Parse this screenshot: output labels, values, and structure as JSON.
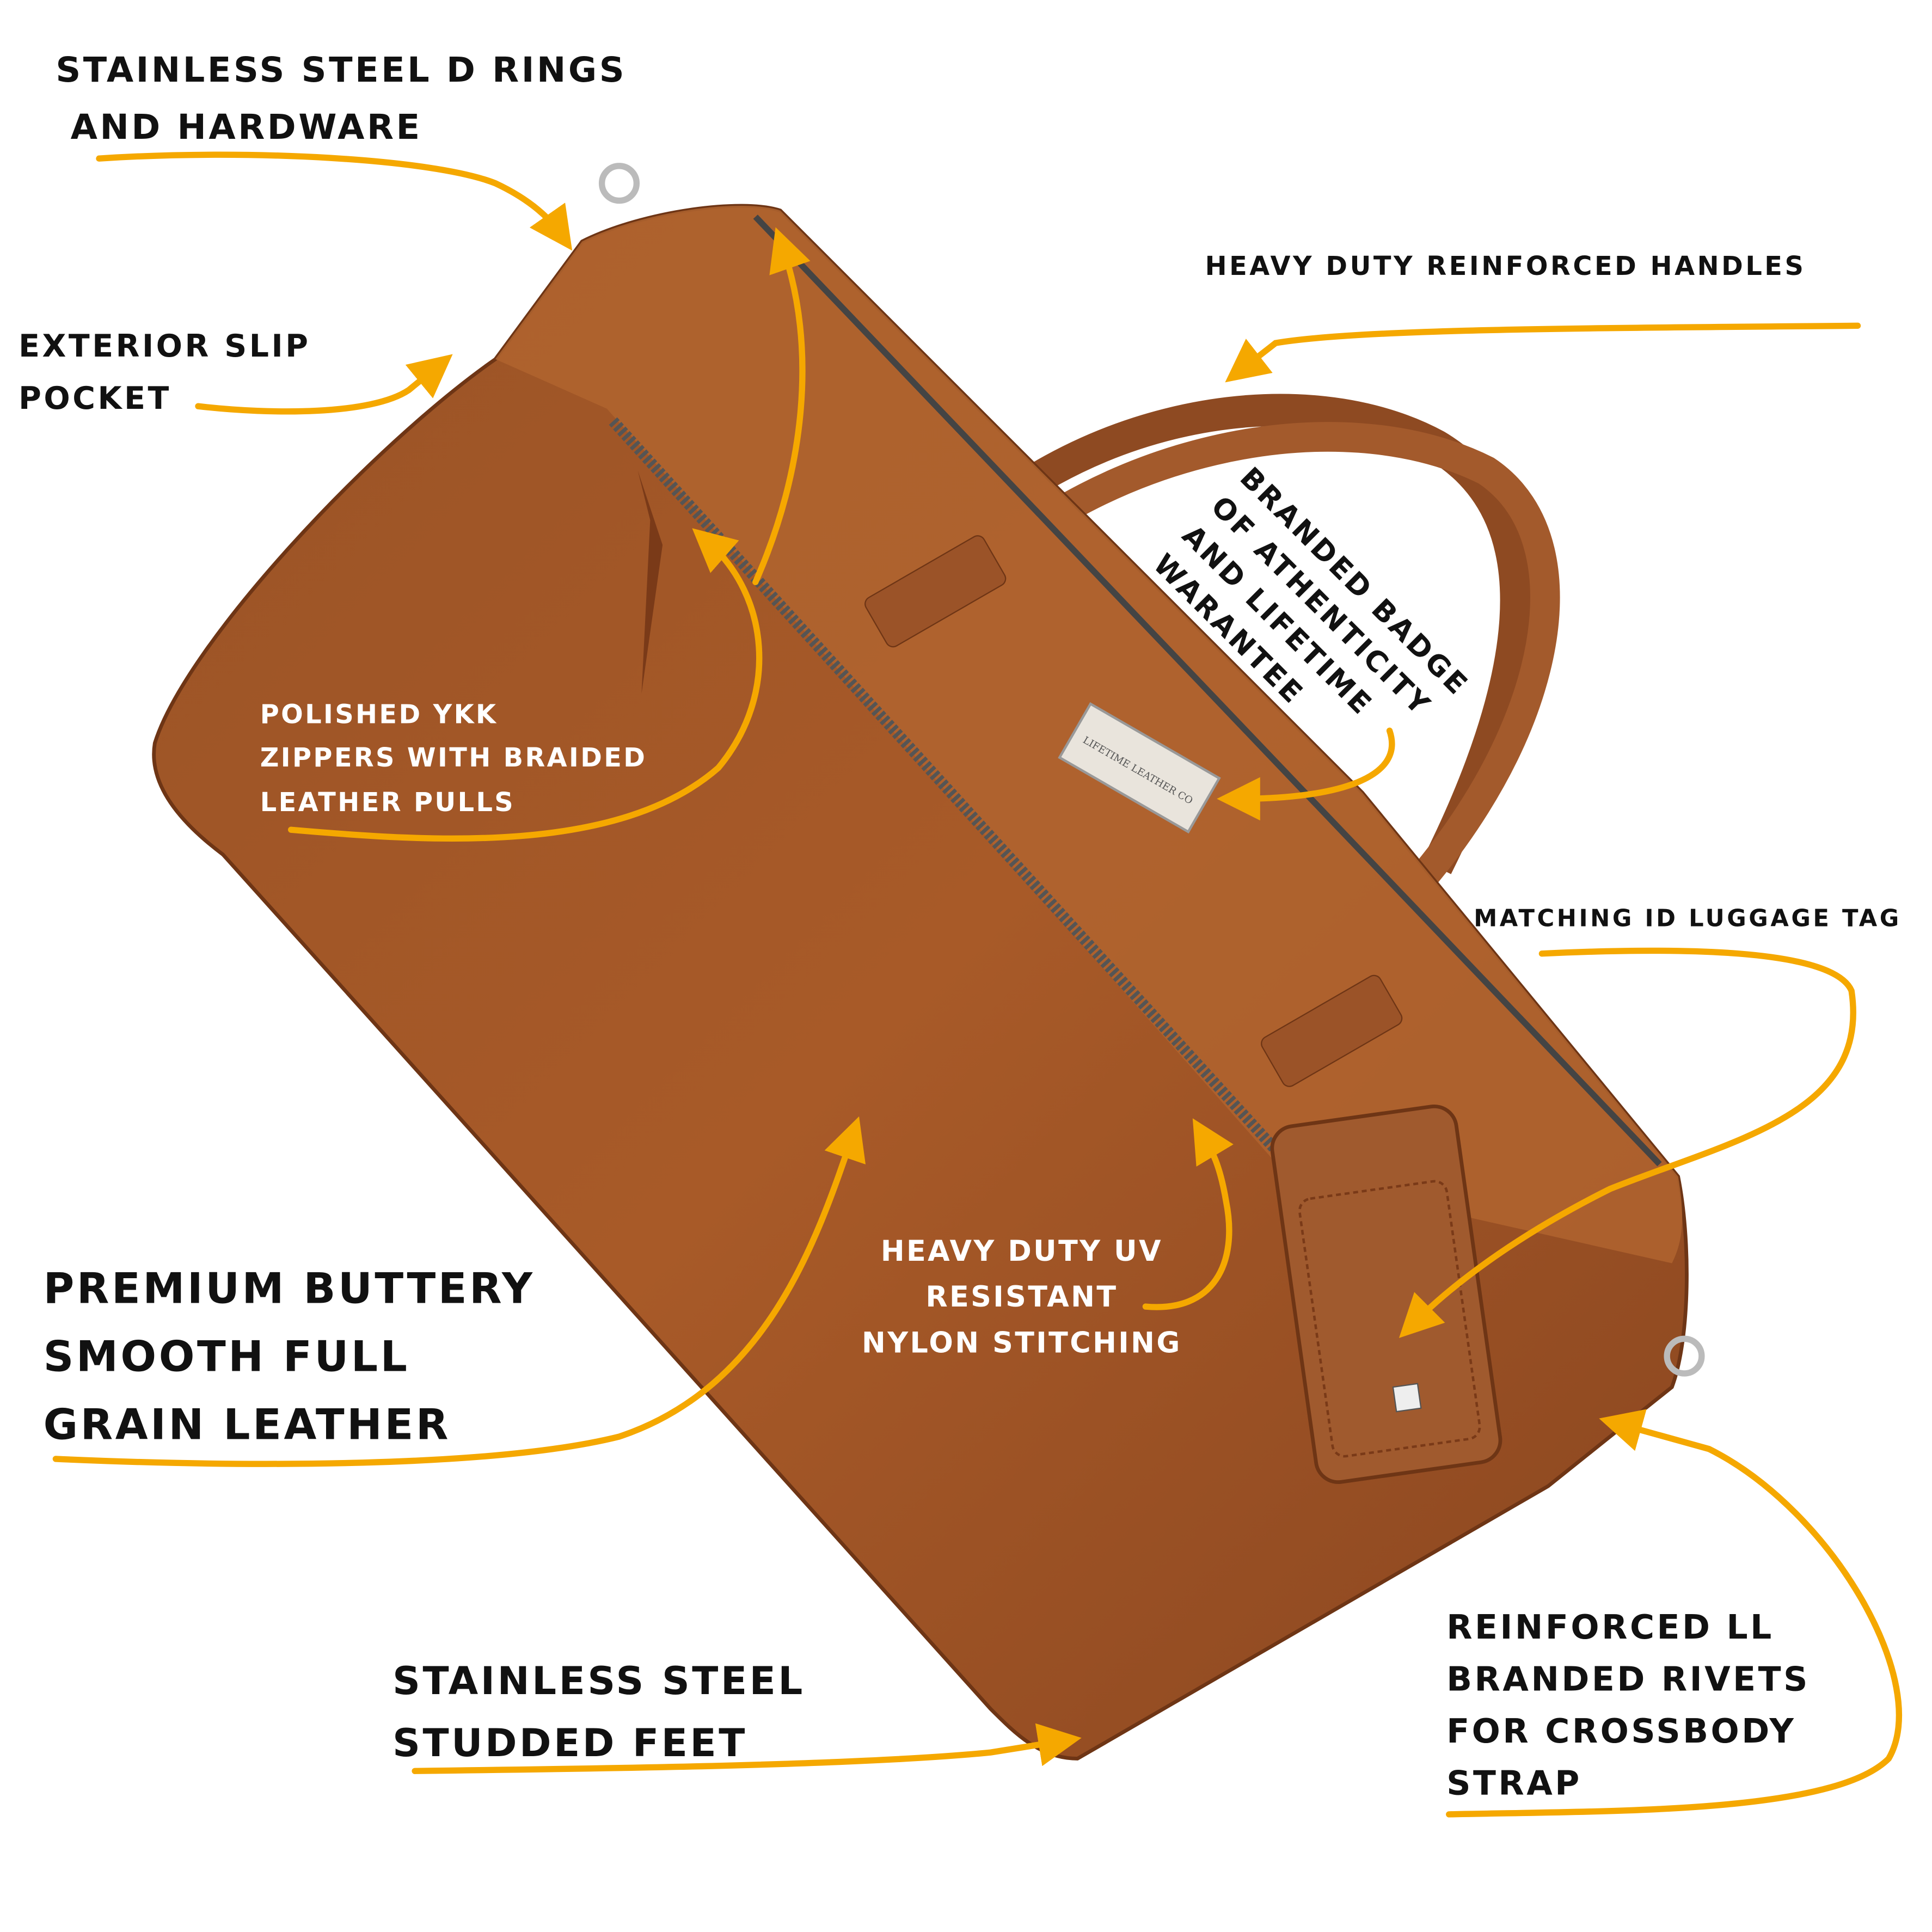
{
  "colors": {
    "arrow": "#F5A800",
    "leather": "#A85A28",
    "leather_dark": "#7E3F1A",
    "text": "#111111",
    "text_on_leather": "#FFFFFF"
  },
  "callouts": {
    "d_rings": [
      "STAINLESS STEEL D RINGS",
      "AND HARDWARE"
    ],
    "handles": [
      "HEAVY DUTY REINFORCED HANDLES"
    ],
    "slip_pocket": [
      "EXTERIOR SLIP",
      "POCKET"
    ],
    "badge": [
      "BRANDED BADGE",
      "OF ATHENTICITY",
      "AND LIFETIME",
      "WARANTEE"
    ],
    "zippers": [
      "POLISHED YKK",
      "ZIPPERS WITH BRAIDED",
      "LEATHER PULLS"
    ],
    "luggage_tag": [
      "MATCHING ID LUGGAGE TAG"
    ],
    "leather": [
      "PREMIUM BUTTERY",
      "SMOOTH FULL",
      "GRAIN LEATHER"
    ],
    "stitching": [
      "HEAVY DUTY UV",
      "RESISTANT",
      "NYLON STITCHING"
    ],
    "feet": [
      "STAINLESS STEEL",
      "STUDDED FEET"
    ],
    "rivets": [
      "REINFORCED LL",
      "BRANDED RIVETS",
      "FOR CROSSBODY",
      "STRAP"
    ]
  },
  "badge_logo_text": "LIFETIME LEATHER CO"
}
